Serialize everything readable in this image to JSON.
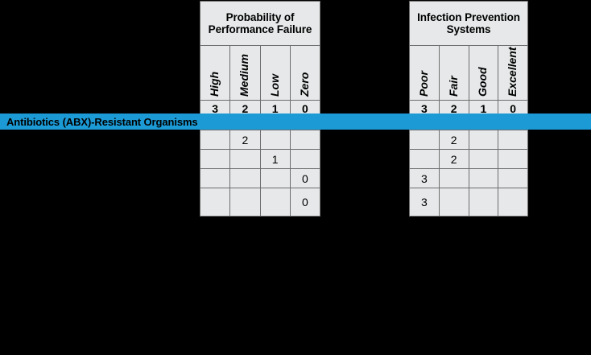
{
  "banner": {
    "label": "Antibiotics (ABX)-Resistant Organisms",
    "color": "#1b9ad6"
  },
  "colors": {
    "cell_fill": "#e6e8e9",
    "grid_line": "#6e6e6e",
    "background": "#000000",
    "accent": "#1b9ad6"
  },
  "tables": [
    {
      "id": "probability-of-performance-failure",
      "title": "Probability of\nPerformance Failure",
      "title_line1": "Probability of",
      "title_line2": "Performance Failure",
      "columns": [
        {
          "label": "High",
          "score": "3"
        },
        {
          "label": "Medium",
          "score": "2"
        },
        {
          "label": "Low",
          "score": "1"
        },
        {
          "label": "Zero",
          "score": "0"
        }
      ],
      "rows": [
        [
          "",
          "2",
          "",
          ""
        ],
        [
          "",
          "",
          "1",
          ""
        ],
        [
          "",
          "",
          "",
          "0"
        ],
        [
          "",
          "",
          "",
          "0"
        ]
      ]
    },
    {
      "id": "infection-prevention-systems",
      "title": "Infection Prevention\nSystems",
      "title_line1": "Infection Prevention",
      "title_line2": "Systems",
      "columns": [
        {
          "label": "Poor",
          "score": "3"
        },
        {
          "label": "Fair",
          "score": "2"
        },
        {
          "label": "Good",
          "score": "1"
        },
        {
          "label": "Excellent",
          "score": "0"
        }
      ],
      "rows": [
        [
          "",
          "2",
          "",
          ""
        ],
        [
          "",
          "2",
          "",
          ""
        ],
        [
          "3",
          "",
          "",
          ""
        ],
        [
          "3",
          "",
          "",
          ""
        ]
      ]
    }
  ]
}
